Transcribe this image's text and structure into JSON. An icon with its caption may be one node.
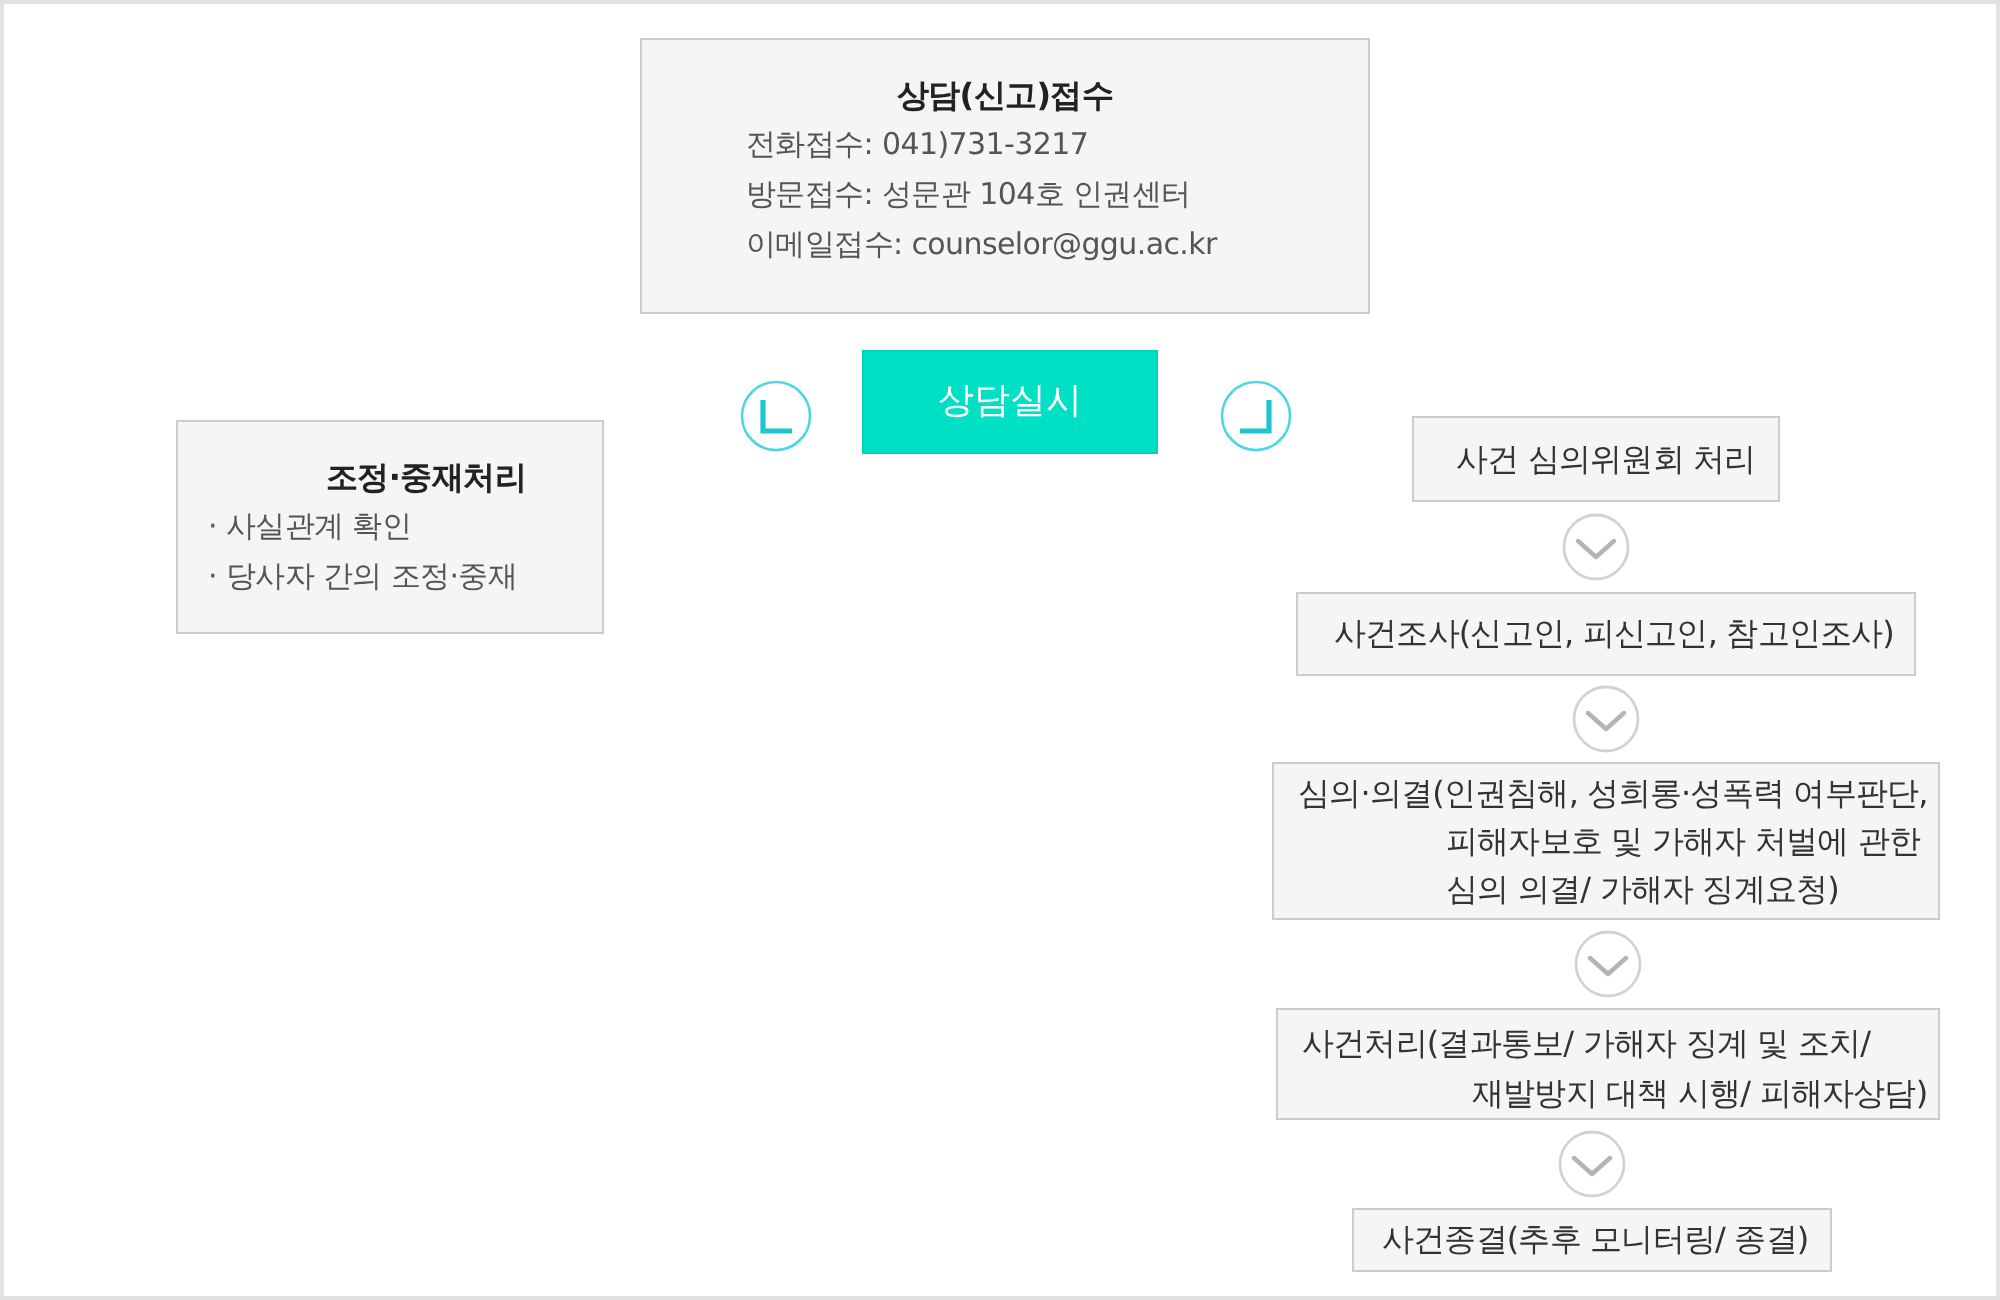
{
  "diagram": {
    "nodes": [
      {
        "text": [
          "상담(신고)접수",
          "전화접수: 041)731-3217",
          "방문접수: 성문관 104호 인권센터",
          "이메일접수: counselor@ggu.ac.kr"
        ]
      },
      {
        "text": [
          "상담실시"
        ]
      },
      {
        "text": [
          "조정·중재처리",
          "· 사실관계 확인",
          "· 당사자 간의 조정·중재"
        ]
      },
      {
        "text": [
          "사건 심의위원회 처리"
        ]
      },
      {
        "text": [
          "사건조사(신고인, 피신고인, 참고인조사)"
        ]
      },
      {
        "text": [
          "심의·의결(인권침해, 성희롱·성폭력 여부판단, 피해자보호 및 가해자 처벌에 관한 심의 의결/ 가해자 징계요청)"
        ]
      },
      {
        "text": [
          "사건처리(결과통보/ 가해자 징계 및 조치/ 재발방지 대책 시행/ 피해자상담)"
        ]
      },
      {
        "text": [
          "사건종결(추후 모니터링/ 종결)"
        ]
      }
    ],
    "edges": [
      {
        "from": 3,
        "to": 4,
        "arrow": "to"
      },
      {
        "from": 4,
        "to": 5,
        "arrow": "to"
      },
      {
        "from": 5,
        "to": 6,
        "arrow": "to"
      },
      {
        "from": 6,
        "to": 7,
        "arrow": "to"
      }
    ]
  }
}
